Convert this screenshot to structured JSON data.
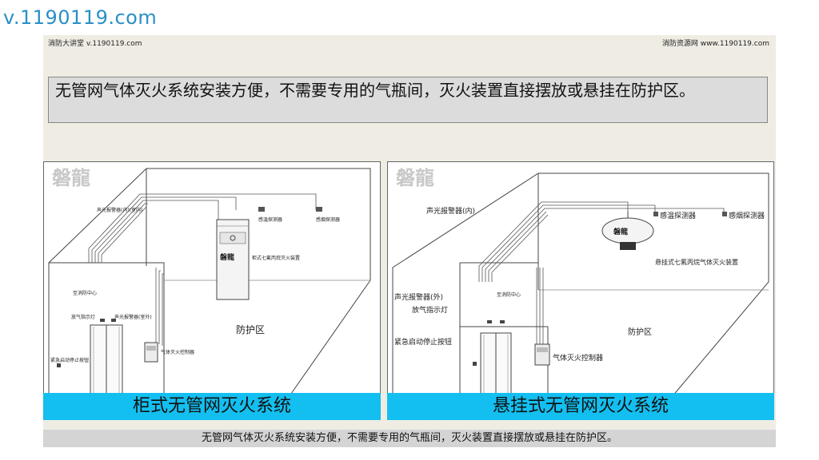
{
  "site_url": "v.1190119.com",
  "header": {
    "left": "消防大讲堂 v.1190119.com",
    "right": "消防资源网 www.1190119.com"
  },
  "headline": "无管网气体灭火系统安装方便，不需要专用的气瓶间，灭火装置直接摆放或悬挂在防护区。",
  "watermark": "磐龍",
  "left_panel": {
    "caption": "柜式无管网灭火系统",
    "labels": {
      "alarm_inner": "声光报警器(内)(室内)",
      "heat_detector": "感温探测器",
      "smoke_detector": "感烟探测器",
      "cabinet_device": "柜式七氟丙烷灭火装置",
      "fire_center": "至消防中心",
      "release_light": "放气指示灯",
      "alarm_outer": "声光报警器(室外)",
      "emergency_button": "紧急启动停止按钮",
      "controller": "气体灭火控制器",
      "zone": "防护区",
      "brand": "磐龍"
    }
  },
  "right_panel": {
    "caption": "悬挂式无管网灭火系统",
    "labels": {
      "alarm_inner": "声光报警器(内)",
      "heat_detector": "感温探测器",
      "smoke_detector": "感烟探测器",
      "hanging_device": "悬挂式七氟丙烷气体灭火装置",
      "fire_center": "至消防中心",
      "alarm_outer": "声光报警器(外)",
      "release_light": "放气指示灯",
      "emergency_button": "紧急启动停止按钮",
      "controller": "气体灭火控制器",
      "zone": "防护区",
      "brand": "磐龍"
    }
  },
  "footer": "无管网气体灭火系统安装方便，不需要专用的气瓶间，灭火装置直接摆放或悬挂在防护区。"
}
